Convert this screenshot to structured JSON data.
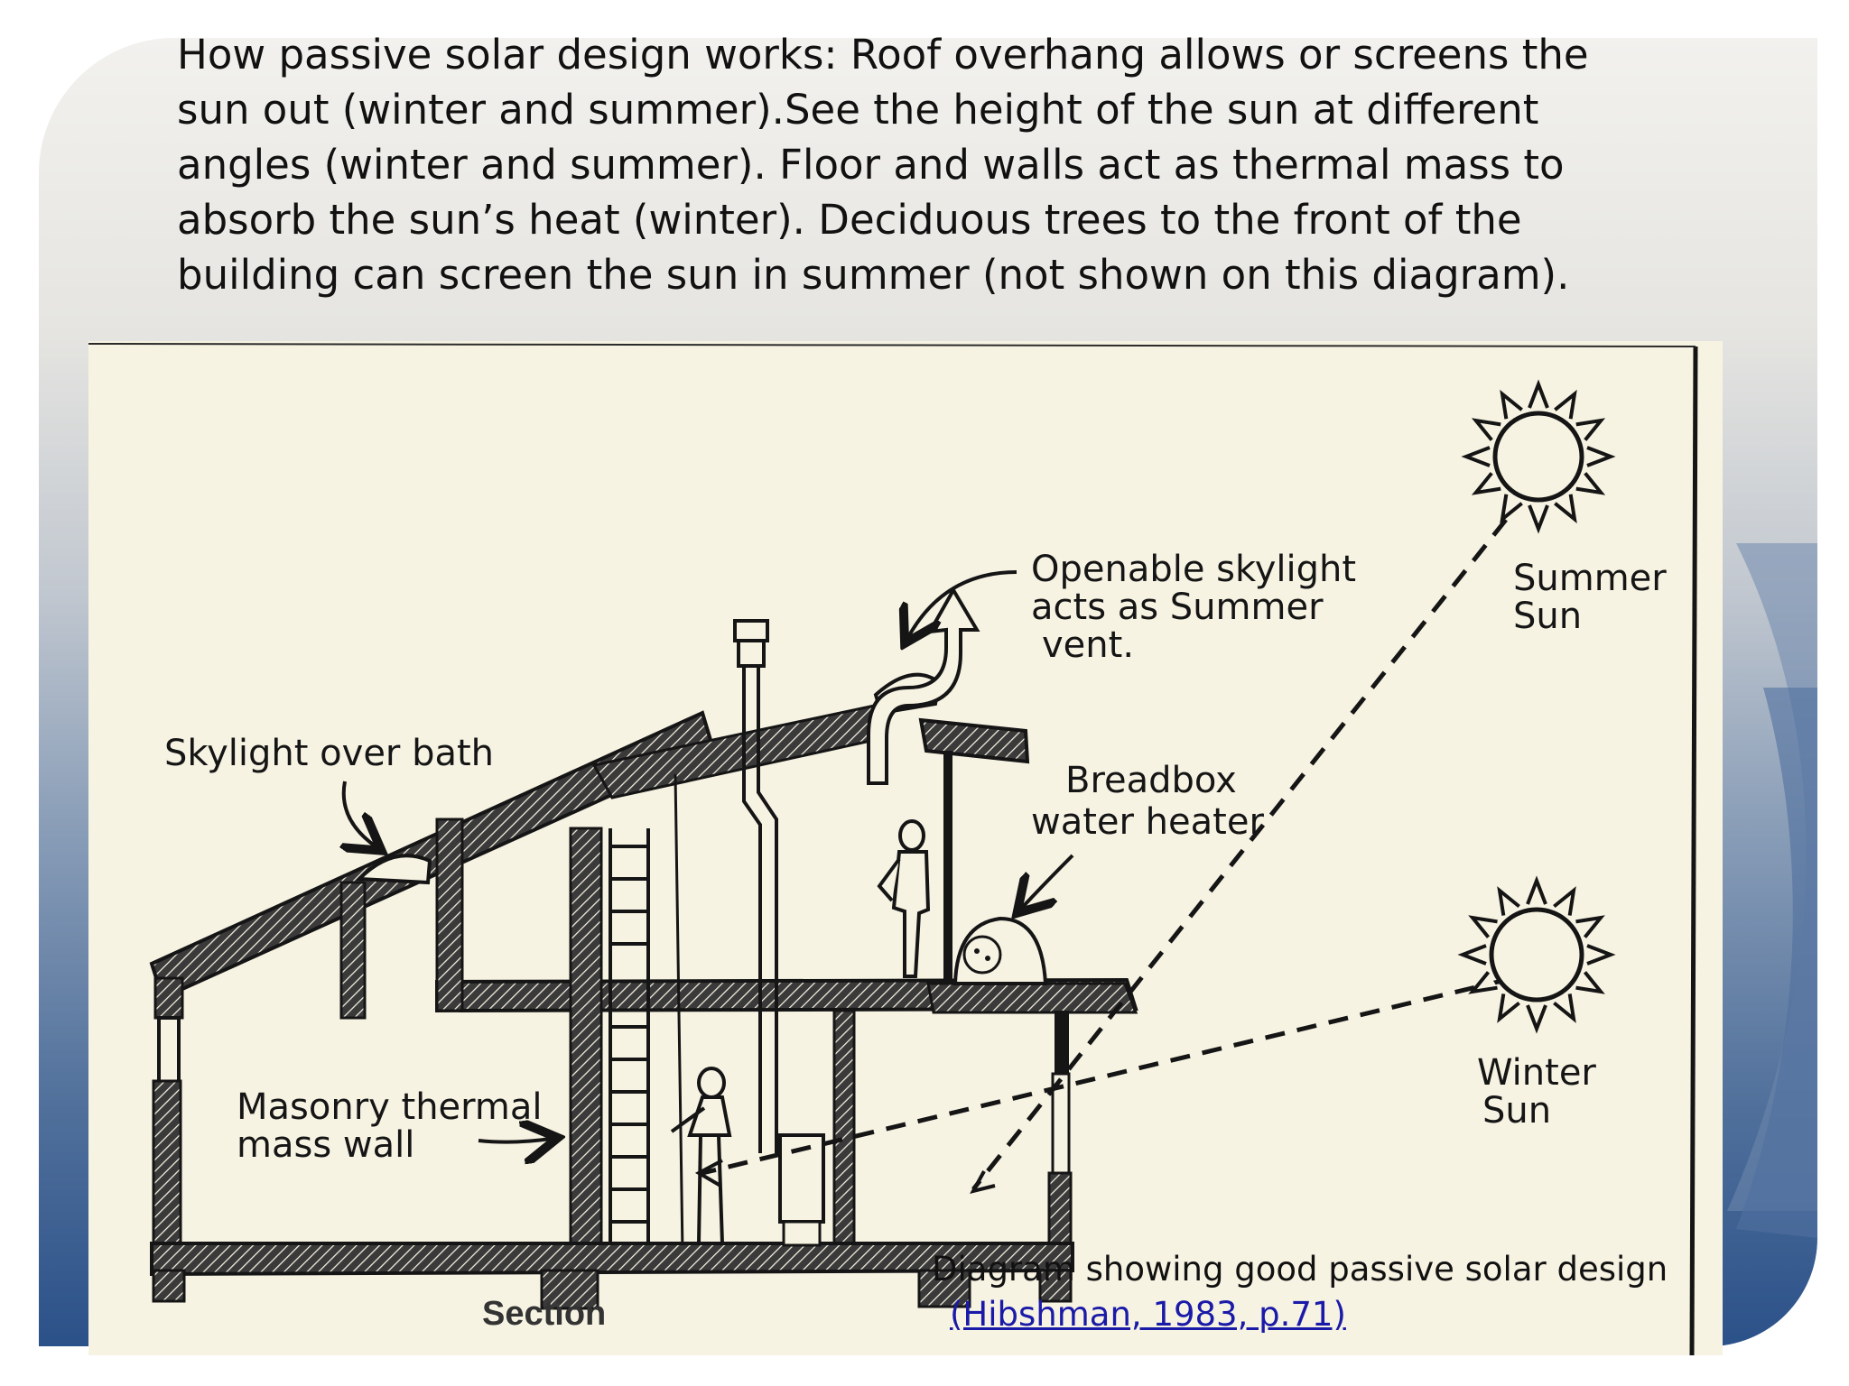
{
  "caption": {
    "lines": [
      "How passive solar design works: Roof overhang allows or screens the",
      "sun out (winter and summer).See the height of the sun at different",
      "angles (winter and summer). Floor and walls act as thermal mass to",
      "absorb the sun’s heat (winter). Deciduous trees to the front of the",
      "building can screen the sun in summer (not shown on this diagram)."
    ]
  },
  "diagram": {
    "labels": {
      "skylight_bath": "Skylight over bath",
      "openable_skylight_1": "Openable skylight",
      "openable_skylight_2": "acts as Summer",
      "openable_skylight_3": "vent.",
      "summer_sun_1": "Summer",
      "summer_sun_2": "Sun",
      "breadbox_1": "Breadbox",
      "breadbox_2": "water heater",
      "masonry_1": "Masonry thermal",
      "masonry_2": "mass wall",
      "winter_sun_1": "Winter",
      "winter_sun_2": "Sun",
      "section": "Section"
    },
    "icons": [
      "summer-sun-icon",
      "winter-sun-icon",
      "standing-person-icon",
      "woman-figure-icon",
      "ladder-icon",
      "chimney-icon"
    ]
  },
  "source": {
    "text": "Diagram showing good passive solar design",
    "credit": "(Hibshman, 1983, p.71) "
  },
  "colors": {
    "ink": "#151515",
    "paper": "#f7f3e3",
    "link": "#1a1aa8",
    "slide_top": "#f2f1ee",
    "slide_bottom": "#2b5189"
  }
}
